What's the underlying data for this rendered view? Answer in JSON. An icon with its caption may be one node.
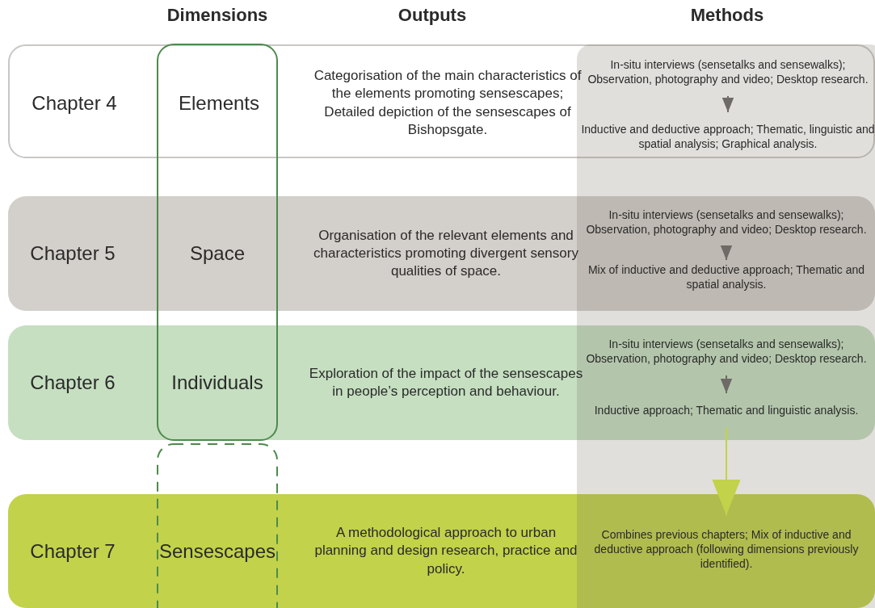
{
  "diagram": {
    "nodes": [
      {
        "text": [
          "Chapter 4",
          "Elements",
          "Categorisation of the main characteristics of the elements promoting sensescapes; Detailed depiction of the sensescapes of Bishopsgate."
        ]
      },
      {
        "text": [
          "In-situ interviews (sensetalks and sensewalks); Observation, photography and video; Desktop research."
        ],
        "in": 0
      },
      {
        "text": [
          "Inductive and deductive approach; Thematic, linguistic and spatial analysis; Graphical analysis."
        ],
        "in": 0
      },
      {
        "text": [
          "Chapter 5",
          "Space",
          "Organisation of the relevant elements and characteristics promoting divergent sensory qualities of space."
        ]
      },
      {
        "text": [
          "In-situ interviews (sensetalks and sensewalks); Observation, photography and video; Desktop research."
        ],
        "in": 3
      },
      {
        "text": [
          "Mix of inductive and deductive approach; Thematic and spatial analysis."
        ],
        "in": 3
      },
      {
        "text": [
          "Chapter 6",
          "Individuals",
          "Exploration of the impact of the sensescapes in people’s perception and behaviour."
        ]
      },
      {
        "text": [
          "In-situ interviews (sensetalks and sensewalks); Observation, photography and video; Desktop research."
        ],
        "in": 6
      },
      {
        "text": [
          "Inductive approach; Thematic and linguistic analysis."
        ],
        "in": 6
      },
      {
        "text": [
          "Chapter 7",
          "Sensescapes",
          "A methodological approach to urban planning and design research, practice and policy."
        ]
      },
      {
        "text": [
          "Combines previous chapters; Mix of inductive and deductive approach (following dimensions previously identified)."
        ],
        "in": 9
      }
    ],
    "edges": [
      {
        "from": 1,
        "to": 2,
        "arrow": "to"
      },
      {
        "from": 4,
        "to": 5,
        "arrow": "to"
      },
      {
        "from": 7,
        "to": 8,
        "arrow": "to"
      },
      {
        "from": 8,
        "to": 10,
        "arrow": "to",
        "color": "#c2d24a"
      }
    ],
    "labels": [
      "Dimensions",
      "Outputs",
      "Methods"
    ]
  }
}
